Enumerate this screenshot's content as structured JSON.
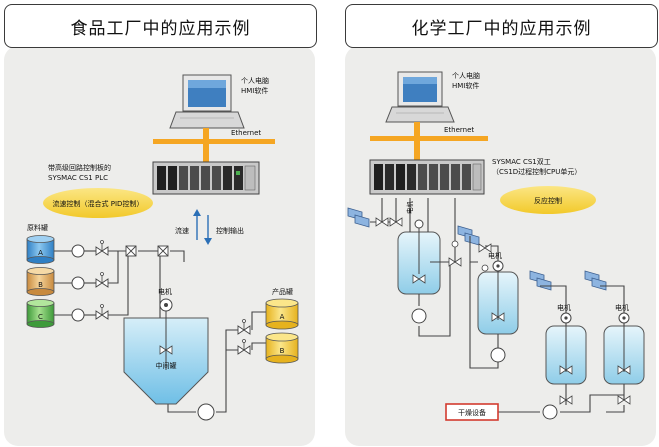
{
  "left": {
    "title": "食品工厂中的应用示例",
    "pc_label_1": "个人电脑",
    "pc_label_2": "HMI软件",
    "ethernet": "Ethernet",
    "plc_label_1": "带高级回路控制板的",
    "plc_label_2": "SYSMAC CS1 PLC",
    "control_label": "流速控制（混合式 PID控制）",
    "flow_rate": "流速",
    "control_output": "控制输出",
    "raw_tank_label": "原料罐",
    "tank_a": "A",
    "tank_b": "B",
    "tank_c": "C",
    "motor": "电机",
    "mid_tank": "中间罐",
    "product_tank_label": "产品罐",
    "product_a": "A",
    "product_b": "B"
  },
  "right": {
    "title": "化学工厂中的应用示例",
    "pc_label_1": "个人电脑",
    "pc_label_2": "HMI软件",
    "ethernet": "Ethernet",
    "plc_label_1": "SYSMAC CS1双工",
    "plc_label_2": "（CS1D过程控制CPU单元）",
    "control_label": "反应控制",
    "motor_1": "电机",
    "motor_2": "电机",
    "motor_3": "电机",
    "motor_4": "电机",
    "dryer": "干燥设备"
  },
  "colors": {
    "panel_bg": "#ededeb",
    "pipe": "#444444",
    "ethernet_orange": "#f5a623",
    "oval_yellow": "#f7d74a",
    "tank_blue": "#5aa6e0",
    "tank_brown": "#e0b070",
    "tank_green": "#66bb55",
    "tank_yellow": "#f5cc3a",
    "vessel_cyan": "#bfe3f2",
    "dryer_red": "#d23b2f"
  }
}
